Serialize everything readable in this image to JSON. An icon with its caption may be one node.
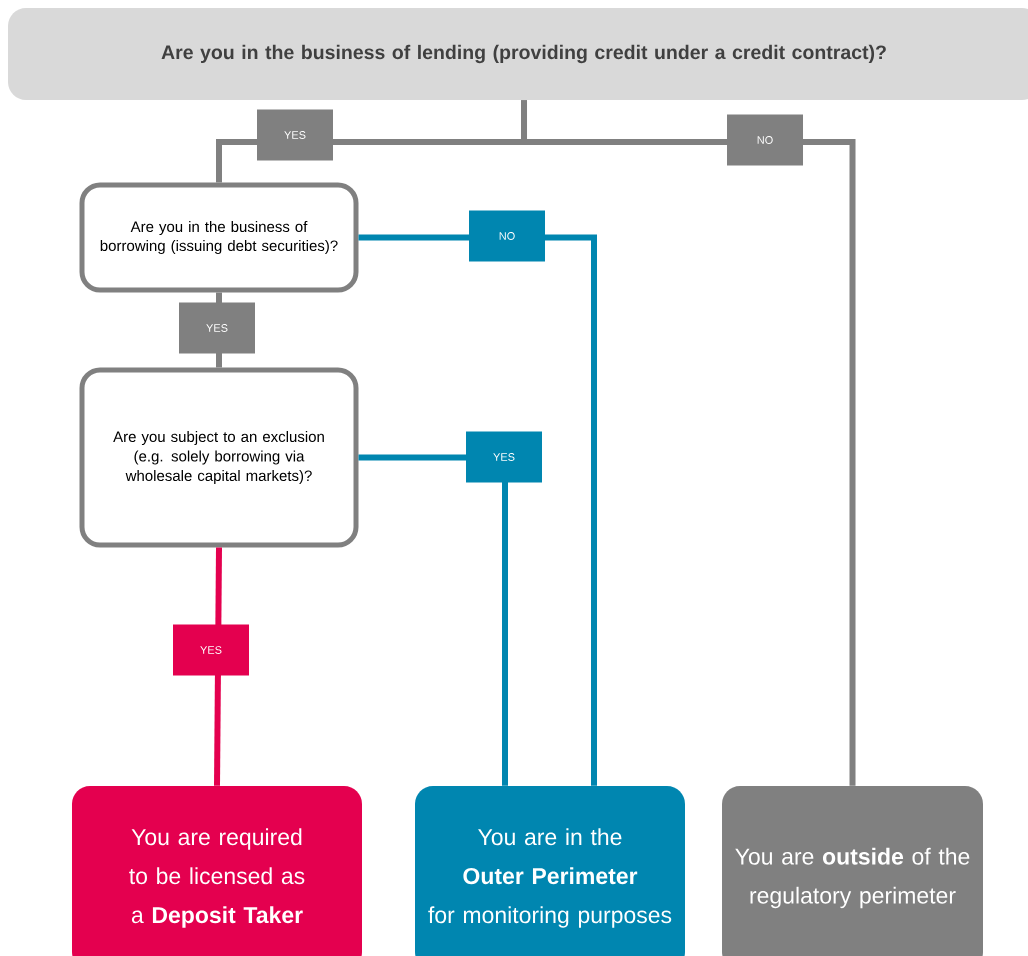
{
  "diagram": {
    "nodes": [
      {
        "text": [
          "Are you in the business of lending (providing credit under a credit contract)?"
        ]
      },
      {
        "text": [
          "Are you in the business of borrowing (issuing debt securities)?"
        ]
      },
      {
        "text": [
          "Are you subject to an exclusion (e.g. solely borrowing via wholesale capital markets)?"
        ]
      },
      {
        "text": [
          "You are required to be licensed as a **Deposit Taker**"
        ]
      },
      {
        "text": [
          "You are in the **Outer Perimeter** for monitoring purposes"
        ]
      },
      {
        "text": [
          "You are **outside** of the regulatory perimeter"
        ]
      }
    ],
    "edges": [
      {
        "from": 0,
        "to": 1,
        "arrow": "none",
        "label": "YES"
      },
      {
        "from": 0,
        "to": 5,
        "arrow": "none",
        "label": "NO"
      },
      {
        "from": 1,
        "to": 4,
        "arrow": "none",
        "label": "NO",
        "color": "#0086b0"
      },
      {
        "from": 1,
        "to": 2,
        "arrow": "none",
        "label": "YES"
      },
      {
        "from": 2,
        "to": 4,
        "arrow": "none",
        "label": "YES",
        "color": "#0086b0"
      },
      {
        "from": 2,
        "to": 3,
        "arrow": "none",
        "label": "YES",
        "color": "#e4004f"
      }
    ]
  }
}
